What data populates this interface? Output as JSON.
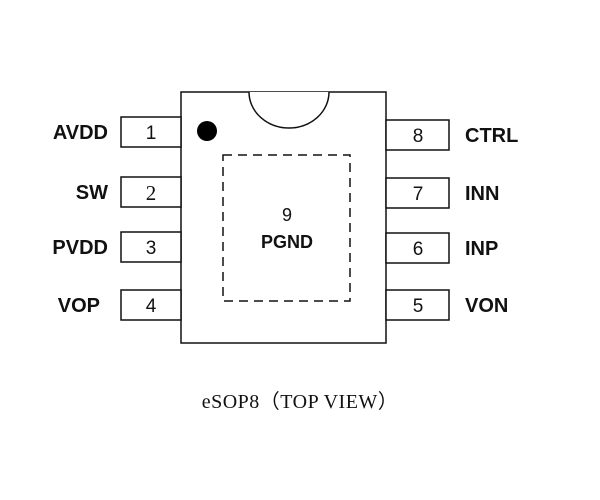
{
  "package": {
    "caption": "eSOP8（TOP VIEW）",
    "exposed_pad": {
      "number": "9",
      "name": "PGND"
    },
    "pins_left": [
      {
        "number": "1",
        "name": "AVDD"
      },
      {
        "number": "2",
        "name": "SW"
      },
      {
        "number": "3",
        "name": "PVDD"
      },
      {
        "number": "4",
        "name": "VOP"
      }
    ],
    "pins_right": [
      {
        "number": "8",
        "name": "CTRL"
      },
      {
        "number": "7",
        "name": "INN"
      },
      {
        "number": "6",
        "name": "INP"
      },
      {
        "number": "5",
        "name": "VON"
      }
    ]
  }
}
